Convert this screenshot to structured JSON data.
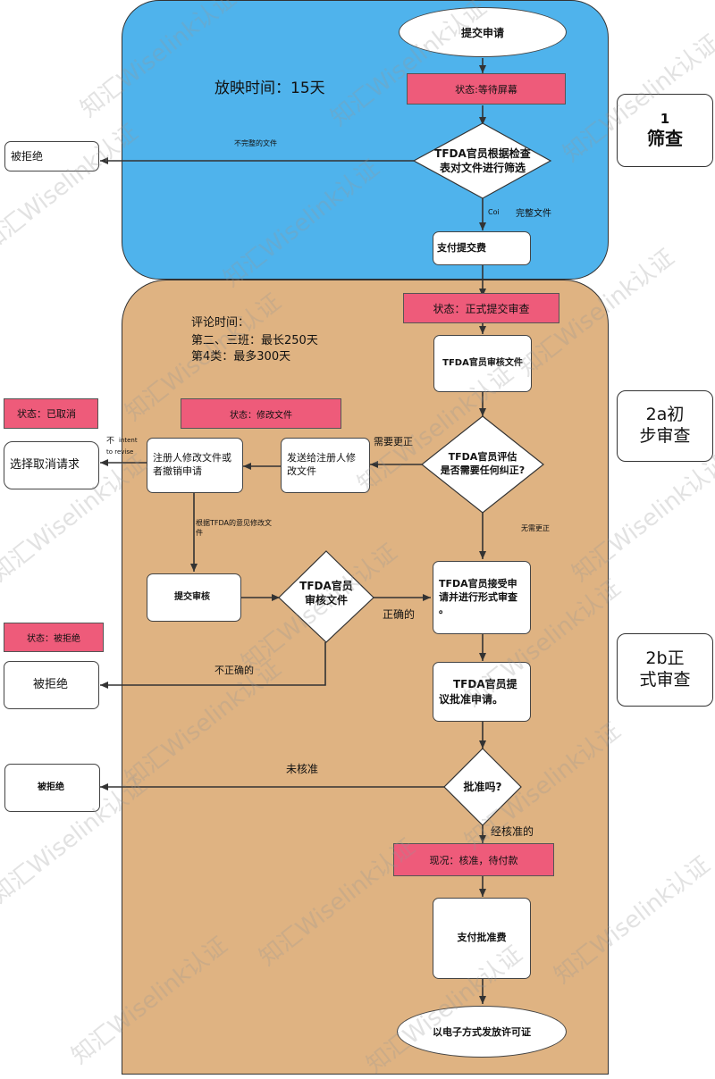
{
  "stages": {
    "s1_num": "1",
    "s1_name": "筛查",
    "s2a_line1": "2a初",
    "s2a_line2": "步审查",
    "s2b_line1": "2b正",
    "s2b_line2": "式审查"
  },
  "screening": {
    "screening_time": "放映时间：15天",
    "submit_application": "提交申请",
    "status_waiting_screen": "状态:等待屏幕",
    "screen_diamond_line1": "TFDA官员根据检查",
    "screen_diamond_line2": "表对文件进行筛选",
    "incomplete_docs": "不完整的文件",
    "rejected_1": "被拒绝",
    "complete_docs": "完整文件",
    "complete_prefix": "Coi",
    "pay_submission_fee": "支付提交费"
  },
  "review": {
    "status_formal_review": "状态：正式提交审查",
    "review_time_title": "评论时间：",
    "review_time_line1": "第二、三班：最长250天",
    "review_time_line2": "第4类：最多300天",
    "officer_review_docs": "TFDA官员审核文件",
    "status_cancelled": "状态：已取消",
    "status_revise": "状态：修改文件",
    "select_cancel": "选择取消请求",
    "intent_line1": "不",
    "intent_line2": "intent",
    "intent_line3": "to revise",
    "applicant_revise_line1": "注册人修改文件或",
    "applicant_revise_line2": "者撤销申请",
    "send_to_applicant_line1": "发送给注册人修",
    "send_to_applicant_line2": "改文件",
    "needs_correction": "需要更正",
    "eval_diamond_line1": "TFDA官员评估",
    "eval_diamond_line2": "是否需要任何纠正?",
    "revise_per_tfda_line1": "根据TFDA的意见修改文",
    "revise_per_tfda_line2": "件",
    "no_correction": "无需更正",
    "submit_review": "提交审核",
    "officer_review_diamond_line1": "TFDA官员",
    "officer_review_diamond_line2": "审核文件",
    "correct": "正确的",
    "accept_line1": "TFDA官员接受申",
    "accept_line2": "请并进行形式审查",
    "accept_line3": "。",
    "status_rejected": "状态：被拒绝",
    "incorrect": "不正确的",
    "rejected_2": "被拒绝",
    "propose_line1": "TFDA官员提",
    "propose_line2": "议批准申请。",
    "not_approved": "未核准",
    "approve_diamond": "批准吗?",
    "rejected_3": "被拒绝",
    "approved": "经核准的",
    "status_approved_pending": "现况：核准，待付款",
    "pay_approval_fee": "支付批准费",
    "issue_license": "以电子方式发放许可证"
  },
  "watermark": "知汇Wiselink认证",
  "colors": {
    "blue_region": "#4fb3ec",
    "tan_region": "#dfb382",
    "status_pink": "#ee5b7a"
  }
}
